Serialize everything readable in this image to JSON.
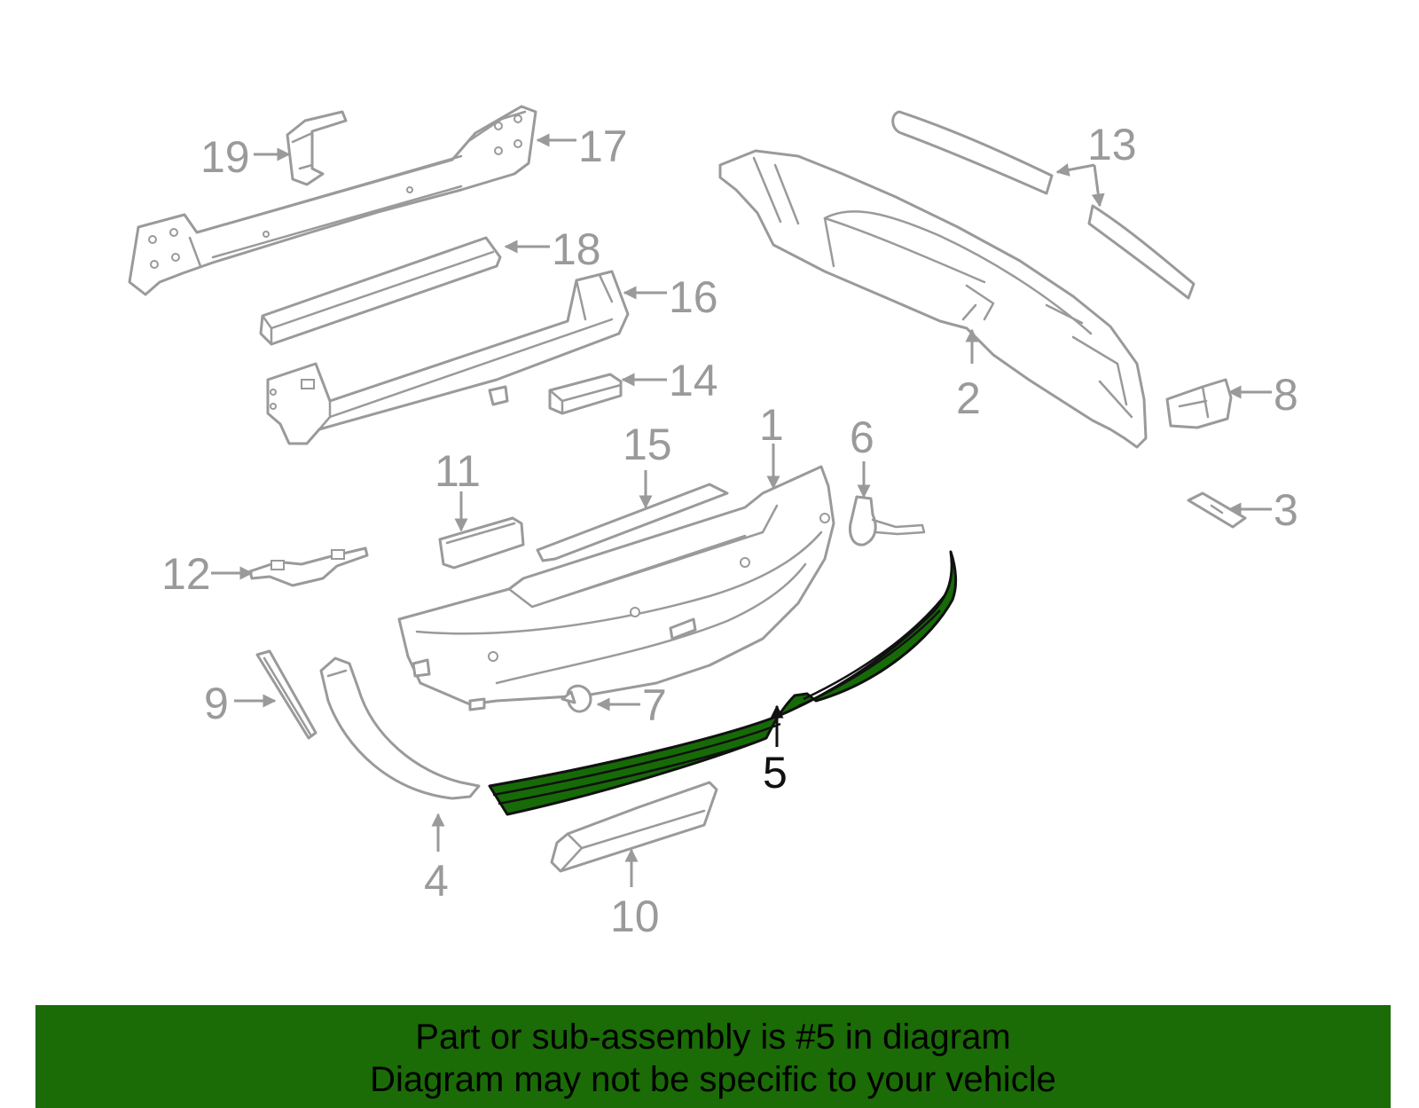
{
  "diagram": {
    "highlighted_part": "5",
    "callouts": [
      {
        "id": "1",
        "label": "1"
      },
      {
        "id": "2",
        "label": "2"
      },
      {
        "id": "3",
        "label": "3"
      },
      {
        "id": "4",
        "label": "4"
      },
      {
        "id": "5",
        "label": "5"
      },
      {
        "id": "6",
        "label": "6"
      },
      {
        "id": "7",
        "label": "7"
      },
      {
        "id": "8",
        "label": "8"
      },
      {
        "id": "9",
        "label": "9"
      },
      {
        "id": "10",
        "label": "10"
      },
      {
        "id": "11",
        "label": "11"
      },
      {
        "id": "12",
        "label": "12"
      },
      {
        "id": "13",
        "label": "13"
      },
      {
        "id": "14",
        "label": "14"
      },
      {
        "id": "15",
        "label": "15"
      },
      {
        "id": "16",
        "label": "16"
      },
      {
        "id": "17",
        "label": "17"
      },
      {
        "id": "18",
        "label": "18"
      },
      {
        "id": "19",
        "label": "19"
      }
    ],
    "colors": {
      "part_outline": "#9a9a9a",
      "highlight_fill": "#166b07",
      "banner_background": "#1b6b07"
    }
  },
  "banner": {
    "line1": "Part or sub-assembly is #5 in diagram",
    "line2": "Diagram may not be specific to your vehicle"
  }
}
